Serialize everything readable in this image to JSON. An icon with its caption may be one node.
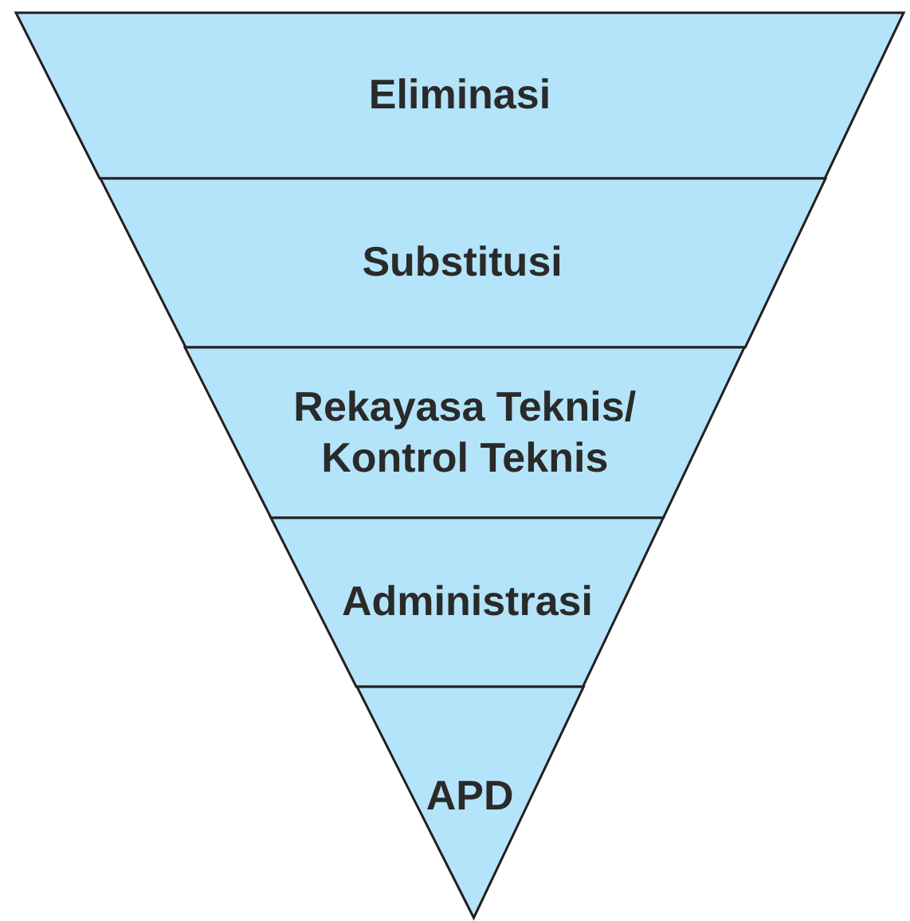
{
  "diagram": {
    "nodes": [
      {
        "text": [
          "Eliminasi"
        ]
      },
      {
        "text": [
          "Substitusi"
        ]
      },
      {
        "text": [
          "Rekayasa Teknis/ Kontrol Teknis"
        ]
      },
      {
        "text": [
          "Administrasi"
        ]
      },
      {
        "text": [
          "APD"
        ]
      }
    ]
  }
}
